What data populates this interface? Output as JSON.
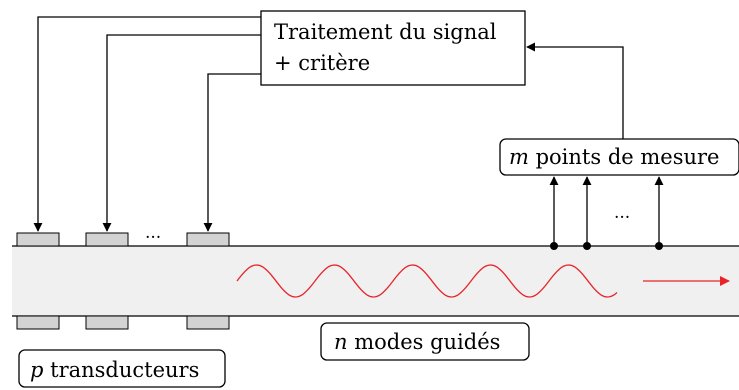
{
  "diagram": {
    "processing_block": {
      "line1": "Traitement du signal",
      "line2": "+ critère"
    },
    "measurement_label": {
      "variable": "m",
      "text": " points de mesure"
    },
    "transducers_label": {
      "variable": "p",
      "text": " transducteurs"
    },
    "modes_label": {
      "variable": "n",
      "text": " modes guidés"
    },
    "ellipsis_transducers": "...",
    "ellipsis_measurements": "...",
    "colors": {
      "wave": "#e8242a",
      "waveguide_fill": "#f0f0f0",
      "transducer_fill": "#d3d3d3",
      "stroke": "#000000"
    }
  }
}
